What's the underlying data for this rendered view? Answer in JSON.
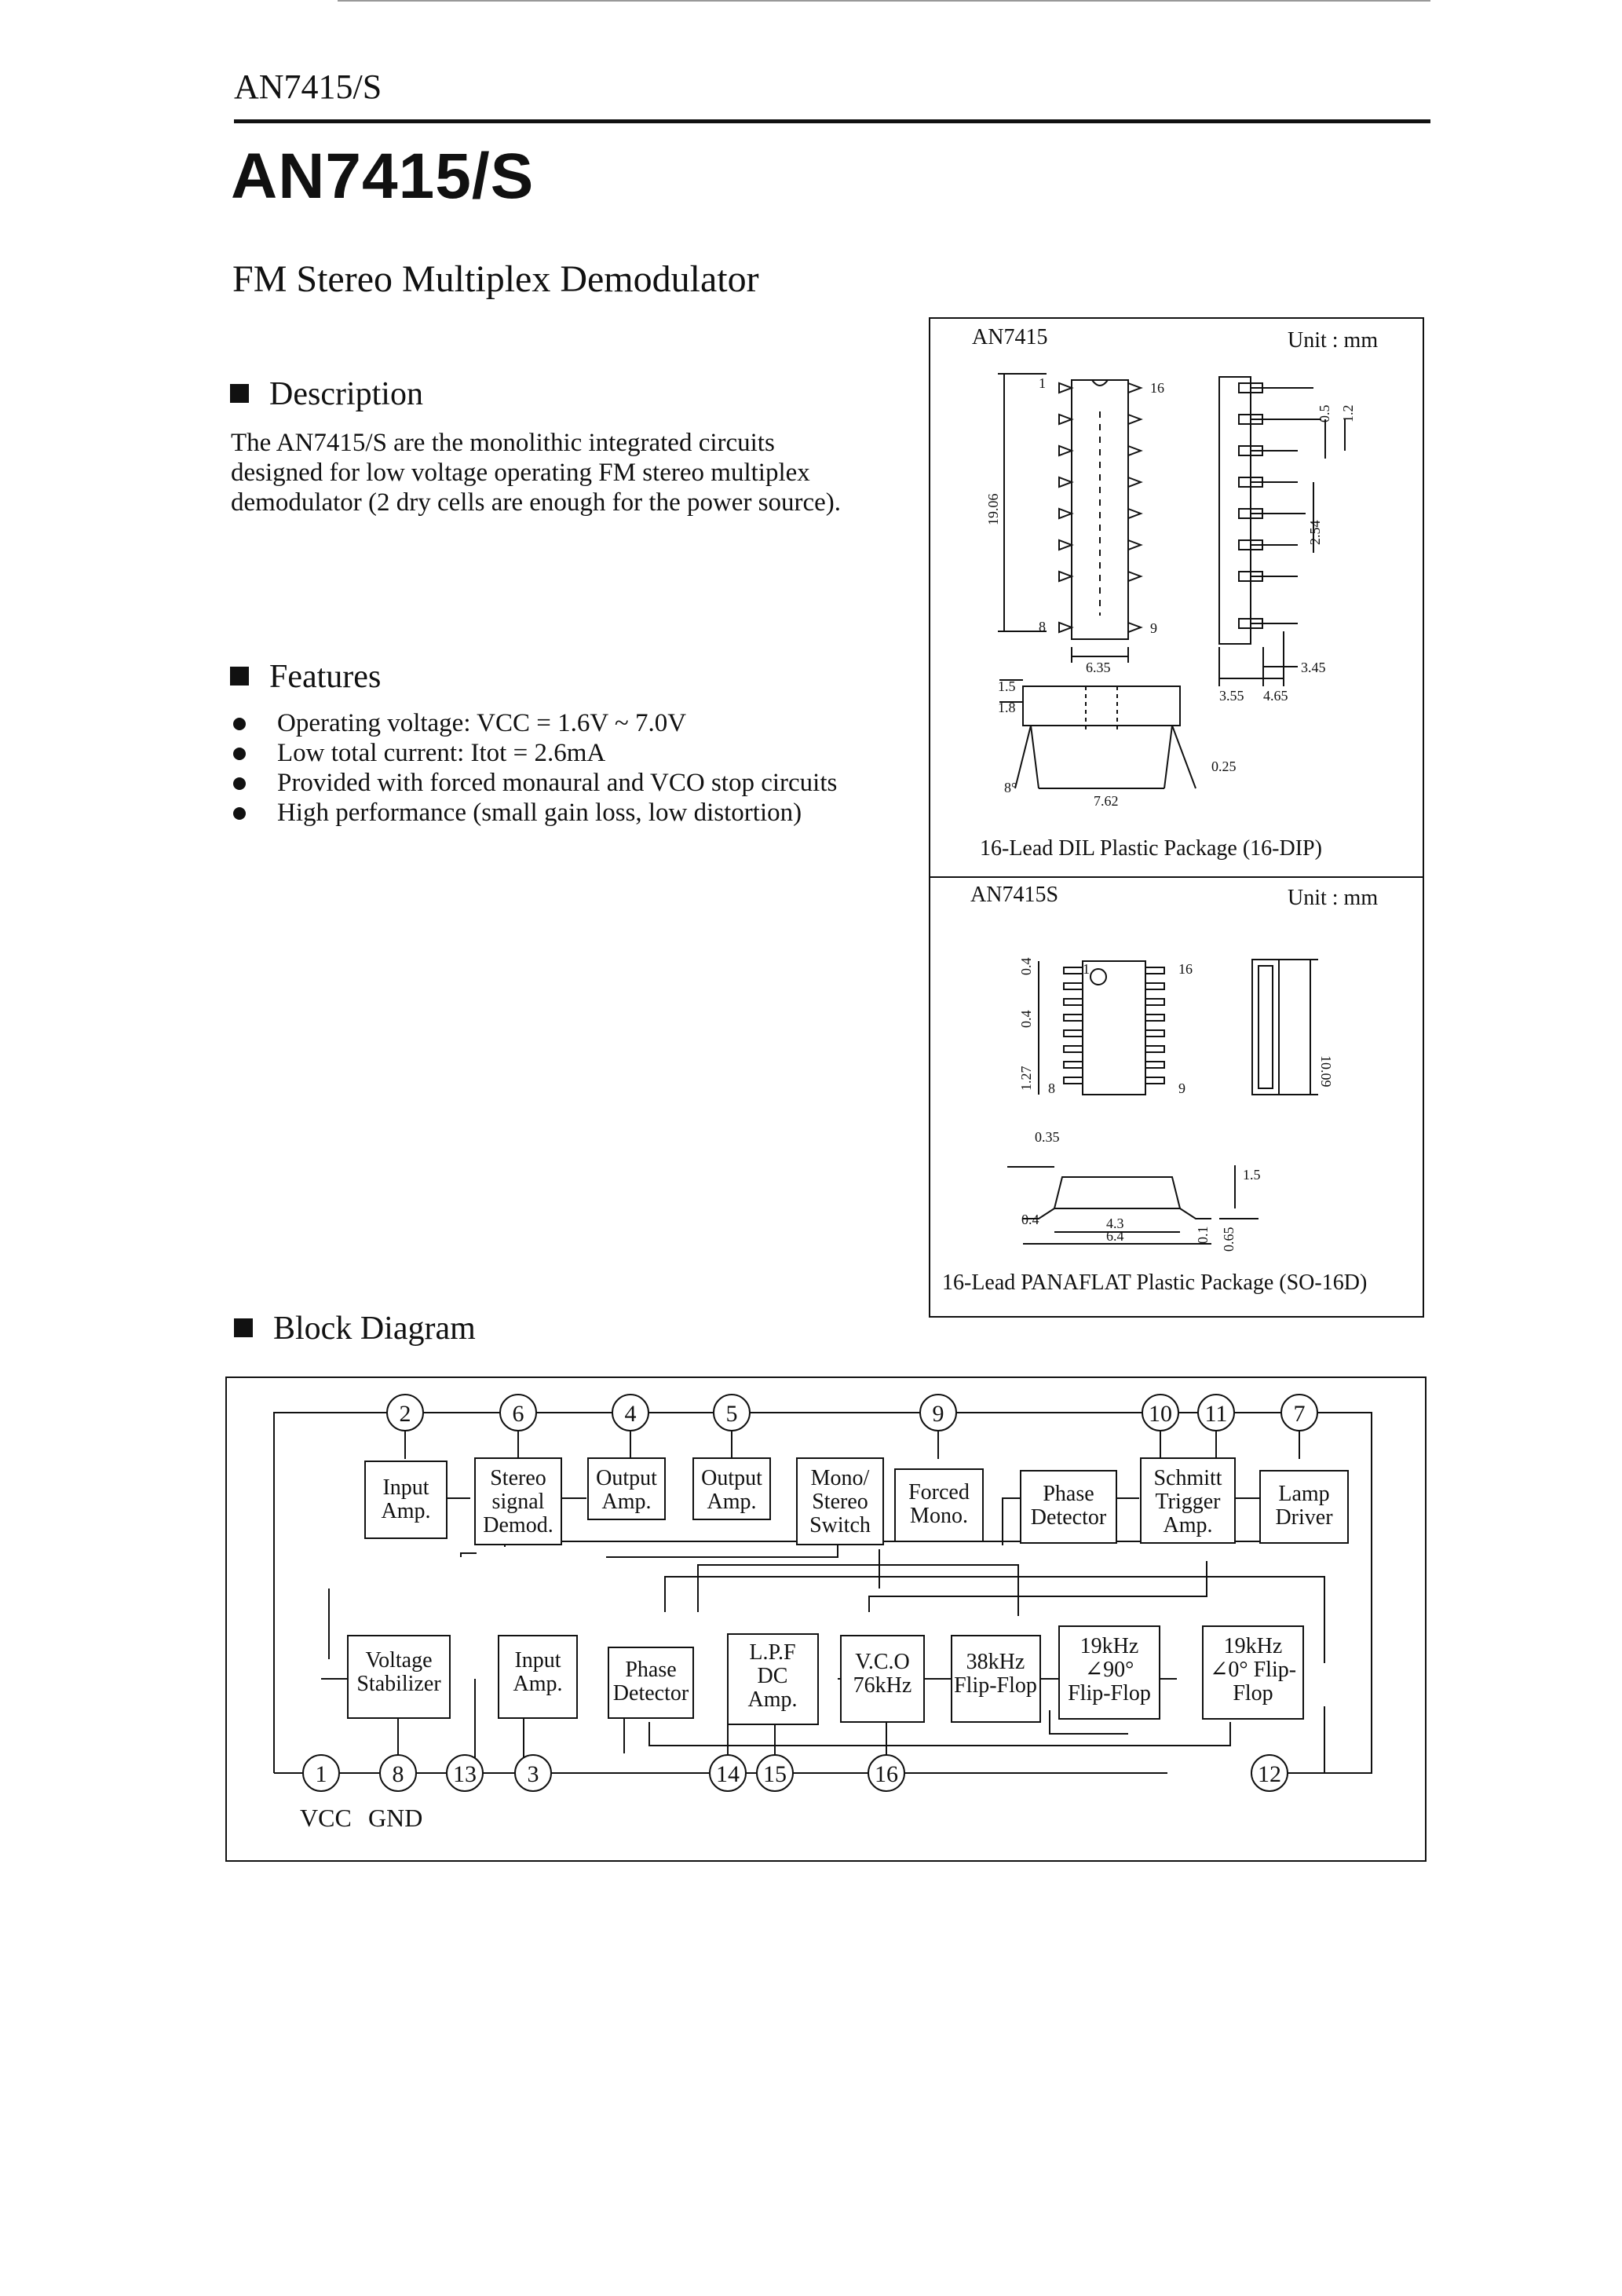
{
  "header": {
    "part_code": "AN7415/S"
  },
  "title": "AN7415/S",
  "subtitle": "FM Stereo Multiplex Demodulator",
  "description": {
    "heading": "Description",
    "lines": [
      "The AN7415/S are the monolithic integrated circuits",
      "designed for low voltage operating FM stereo multiplex",
      "demodulator (2 dry cells are enough for the power source)."
    ]
  },
  "features": {
    "heading": "Features",
    "items": [
      "Operating voltage: VCC = 1.6V ~ 7.0V",
      "Low total current: Itot = 2.6mA",
      "Provided with forced monaural and VCO stop circuits",
      "High performance (small gain loss, low distortion)"
    ]
  },
  "packages": {
    "dip": {
      "name": "AN7415",
      "unit": "Unit : mm",
      "caption": "16-Lead DIL Plastic Package (16-DIP)",
      "pin_labels": [
        "1",
        "16",
        "8",
        "9"
      ],
      "dims": [
        "19.06",
        "6.35",
        "0.5",
        "1.2",
        "2.54",
        "3.45",
        "3.55",
        "4.65",
        "1.5",
        "1.8",
        "8°",
        "7.62",
        "0.25"
      ]
    },
    "so": {
      "name": "AN7415S",
      "unit": "Unit : mm",
      "caption": "16-Lead PANAFLAT Plastic Package (SO-16D)",
      "pin_labels": [
        "1",
        "16",
        "8",
        "9"
      ],
      "dims": [
        "0.4",
        "0.4",
        "1.27",
        "10.09",
        "0.35",
        "1.5",
        "0.4",
        "4.3",
        "6.4",
        "0.1",
        "0.65"
      ]
    }
  },
  "block_diagram": {
    "heading": "Block Diagram",
    "pins_top": [
      "2",
      "6",
      "4",
      "5",
      "9",
      "10",
      "11",
      "7"
    ],
    "pins_bottom": [
      "1",
      "8",
      "13",
      "3",
      "14",
      "15",
      "16",
      "12"
    ],
    "blocks_top": [
      [
        "Input",
        "Amp."
      ],
      [
        "Stereo",
        "signal",
        "Demod."
      ],
      [
        "Output",
        "Amp."
      ],
      [
        "Output",
        "Amp."
      ],
      [
        "Mono/",
        "Stereo",
        "Switch"
      ],
      [
        "Forced",
        "Mono."
      ],
      [
        "Phase",
        "Detector"
      ],
      [
        "Schmitt",
        "Trigger",
        "Amp."
      ],
      [
        "Lamp",
        "Driver"
      ]
    ],
    "blocks_bottom": [
      [
        "Voltage",
        "Stabilizer"
      ],
      [
        "Input",
        "Amp."
      ],
      [
        "Phase",
        "Detector"
      ],
      [
        "L.P.F",
        "DC",
        "Amp."
      ],
      [
        "V.C.O",
        "76kHz"
      ],
      [
        "38kHz",
        "Flip-Flop"
      ],
      [
        "19kHz",
        "∠90°",
        "Flip-Flop"
      ],
      [
        "19kHz",
        "∠0° Flip-",
        "Flop"
      ]
    ],
    "vcc_label": "VCC",
    "gnd_label": "GND"
  }
}
